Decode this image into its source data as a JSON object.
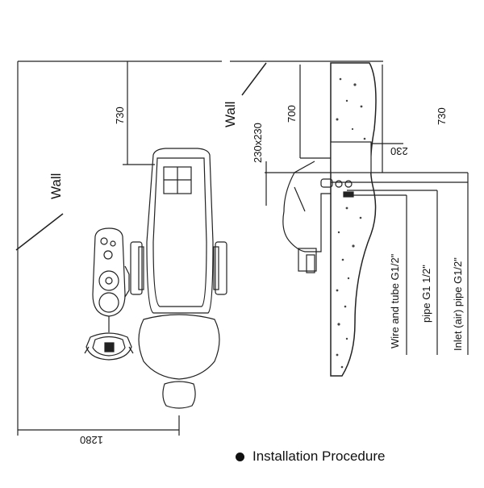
{
  "plan_view": {
    "wall_label": "Wall",
    "dim_top": "730",
    "dim_bottom": "1280"
  },
  "side_view": {
    "wall_label": "Wall",
    "dim_700": "700",
    "dim_730": "730",
    "dim_230x230": "230x230",
    "dim_230": "230",
    "pipe_wire": "Wire and tube G1/2\"",
    "pipe_g1": "pipe G1 1/2\"",
    "pipe_inlet": "Inlet (air) pipe G1/2\""
  },
  "caption": {
    "text": "Installation Procedure"
  }
}
